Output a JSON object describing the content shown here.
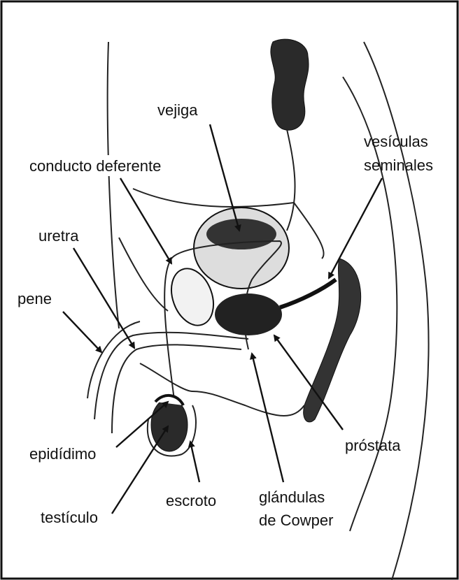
{
  "title": "Male reproductive anatomy",
  "labels": {
    "vejiga": "vejiga",
    "conducto_deferente": "conducto deferente",
    "vesiculas_1": "vesículas",
    "vesiculas_2": "seminales",
    "uretra": "uretra",
    "pene": "pene",
    "epididimo": "epidídimo",
    "testiculo": "testículo",
    "escroto": "escroto",
    "cowper_1": "glándulas",
    "cowper_2": "de Cowper",
    "prostata": "próstata"
  },
  "colors": {
    "ink": "#111111",
    "dark_fill": "#2a2a2a",
    "light_fill": "#e6e6e6"
  }
}
